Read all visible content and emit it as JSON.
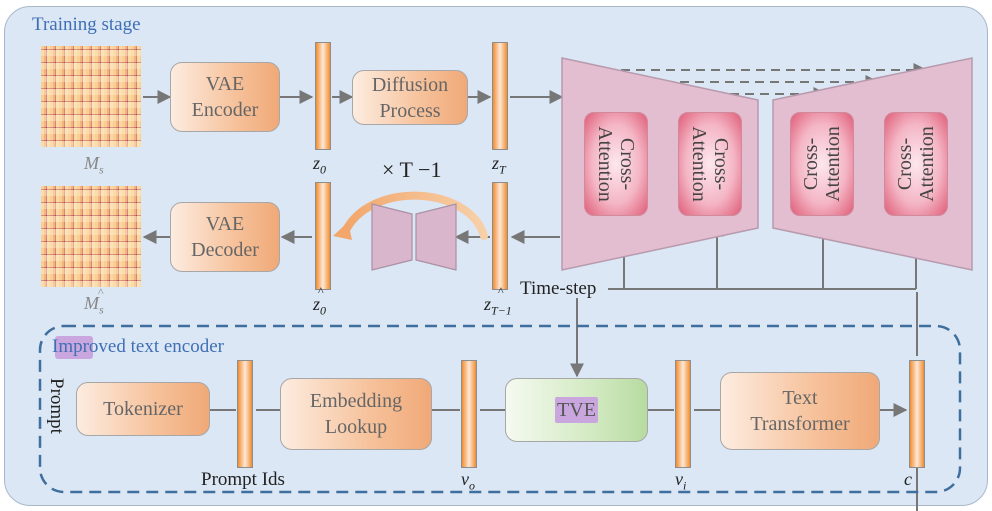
{
  "stage_title": "Training stage",
  "labels": {
    "ms": "M",
    "ms_sub": "s",
    "ms_hat": "M",
    "ms_hat_sub": "s",
    "ms_hat_mark": "^",
    "z0": "z",
    "z0_sub": "0",
    "zT": "z",
    "zT_sub": "T",
    "z0_hat": "z",
    "z0_hat_sub": "0",
    "z0_hat_mark": "^",
    "zT1_hat": "z",
    "zT1_hat_sub": "T−1",
    "zT1_hat_mark": "^",
    "times": "× T −1",
    "time_step": "Time-step",
    "prompt": "Prompt",
    "prompt_ids": "Prompt Ids",
    "vo": "v",
    "vo_sub": "o",
    "vi": "v",
    "vi_sub": "i",
    "c": "c"
  },
  "boxes": {
    "vae_encoder": "VAE\nEncoder",
    "diffusion": "Diffusion\nProcess",
    "vae_decoder": "VAE\nDecoder",
    "tokenizer": "Tokenizer",
    "embedding": "Embedding\nLookup",
    "tve": "TVE",
    "text_transformer": "Text\nTransformer"
  },
  "cross_attention": [
    "Cross-\nAttention",
    "Cross-\nAttention",
    "Cross-\nAttention",
    "Cross-\nAttention"
  ],
  "encoder_title": "Improved text encoder",
  "colors": {
    "stage_bg": "#dbe7f4",
    "accent_blue": "#3f6fb5",
    "unet_pink": "#e6b9cc",
    "tve_green": "#c8e3b4",
    "bar_orange": "#f18d2f"
  }
}
